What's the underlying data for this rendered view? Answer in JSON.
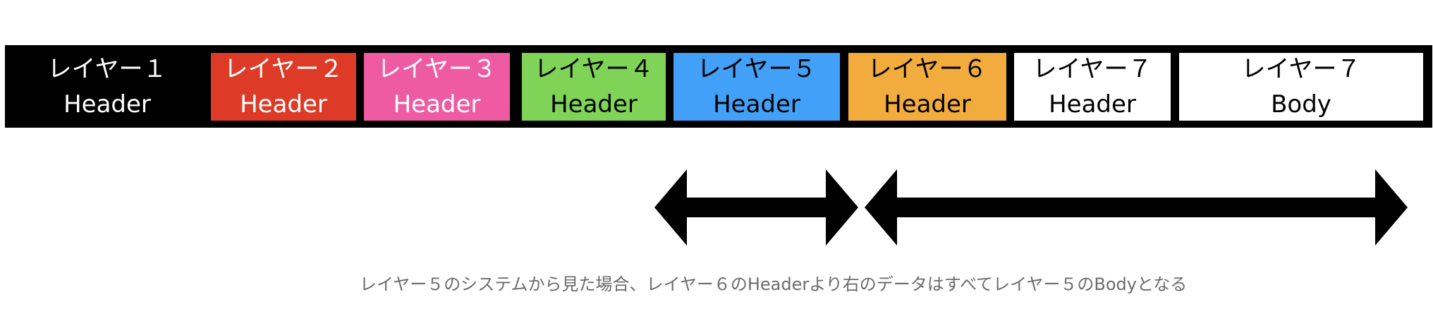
{
  "segments": [
    {
      "name": "レイヤー１",
      "part": "Header",
      "bg": "#000000",
      "fg": "#ffffff"
    },
    {
      "name": "レイヤー２",
      "part": "Header",
      "bg": "#dd3b27",
      "fg": "#ffffff"
    },
    {
      "name": "レイヤー３",
      "part": "Header",
      "bg": "#ee5ba3",
      "fg": "#ffffff"
    },
    {
      "name": "レイヤー４",
      "part": "Header",
      "bg": "#7fd457",
      "fg": "#000000"
    },
    {
      "name": "レイヤー５",
      "part": "Header",
      "bg": "#42a0f8",
      "fg": "#000000"
    },
    {
      "name": "レイヤー６",
      "part": "Header",
      "bg": "#f2ac3e",
      "fg": "#000000"
    },
    {
      "name": "レイヤー７",
      "part": "Header",
      "bg": "#ffffff",
      "fg": "#000000"
    },
    {
      "name": "レイヤー７",
      "part": "Body",
      "bg": "#ffffff",
      "fg": "#000000"
    }
  ],
  "caption": "レイヤー５のシステムから見た場合、レイヤー６のHeaderより右のデータはすべてレイヤー５のBodyとなる",
  "colors": {
    "frame": "#000000",
    "arrow": "#000000",
    "caption": "#6b6b6b"
  }
}
